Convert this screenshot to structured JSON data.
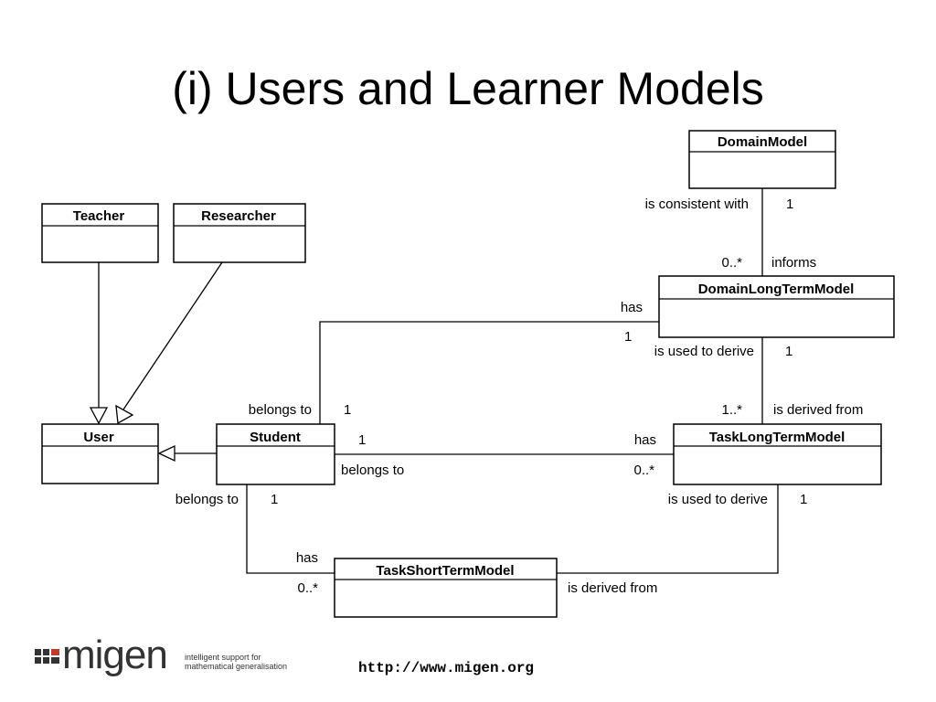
{
  "title": "(i) Users and Learner Models",
  "classes": {
    "domain_model": "DomainModel",
    "teacher": "Teacher",
    "researcher": "Researcher",
    "domain_long_term_model": "DomainLongTermModel",
    "user": "User",
    "student": "Student",
    "task_long_term_model": "TaskLongTermModel",
    "task_short_term_model": "TaskShortTermModel"
  },
  "associations": {
    "domain_model_to_dltm": {
      "label_a": "is consistent with",
      "mult_a": "1",
      "label_b": "informs",
      "mult_b": "0..*"
    },
    "student_to_dltm": {
      "label_a": "has",
      "mult_a": "1",
      "label_b": "belongs to",
      "mult_b": "1"
    },
    "dltm_to_tltm": {
      "label_a": "is used to derive",
      "mult_a": "1",
      "label_b": "is derived from",
      "mult_b": "1..*"
    },
    "student_to_tltm": {
      "label_a": "belongs to",
      "mult_a": "1",
      "label_b": "has",
      "mult_b": "0..*"
    },
    "student_to_tstm": {
      "label_a": "belongs to",
      "mult_a": "1",
      "label_b": "has",
      "mult_b": "0..*"
    },
    "tltm_to_tstm": {
      "label_a": "is used to derive",
      "mult_a": "1",
      "label_b": "is derived from"
    }
  },
  "footer": {
    "url": "http://www.migen.org",
    "logo_word": "migen",
    "logo_tagline_1": "intelligent support for",
    "logo_tagline_2": "mathematical generalisation"
  },
  "colors": {
    "line": "#000000",
    "box_fill": "#ffffff",
    "text": "#000000"
  }
}
